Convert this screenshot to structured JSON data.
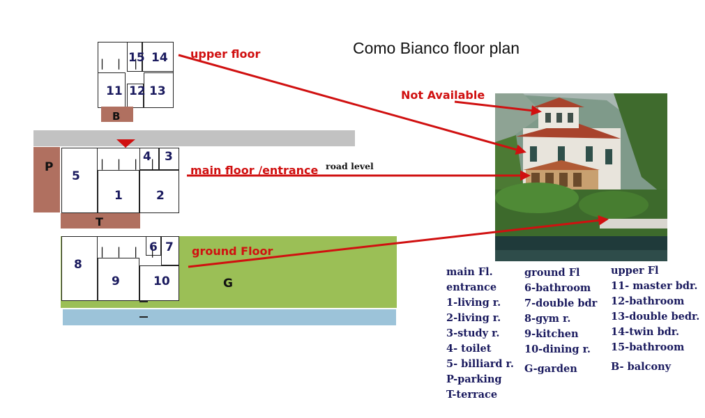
{
  "title": "Como Bianco floor plan",
  "labels": {
    "upper_floor": "upper floor",
    "main_floor": "main floor /entrance",
    "road_level": "road level",
    "ground_floor": "ground Floor",
    "not_available": "Not Available"
  },
  "areas": {
    "balcony": "B",
    "parking": "P",
    "terrace": "T",
    "garden": "G"
  },
  "stairs": "| | | |",
  "stairs_upper": "| | |",
  "rooms": {
    "r1": "1",
    "r2": "2",
    "r3": "3",
    "r4": "4",
    "r5": "5",
    "r6": "6",
    "r7": "7",
    "r8": "8",
    "r9": "9",
    "r10": "10",
    "r11": "11",
    "r12": "12",
    "r13": "13",
    "r14": "14",
    "r15": "15"
  },
  "legend": {
    "main": [
      "main Fl.",
      "entrance",
      "1-living r.",
      "2-living r.",
      "3-study r.",
      "4- toilet",
      "5- billiard r.",
      "P-parking",
      "T-terrace"
    ],
    "ground": [
      "ground Fl",
      "6-bathroom",
      "7-double bdr",
      "8-gym r.",
      "9-kitchen",
      "10-dining r.",
      "G-garden"
    ],
    "upper": [
      "upper Fl",
      "11- master bdr.",
      "12-bathroom",
      "13-double bedr.",
      "14-twin bdr.",
      "15-bathroom",
      "B- balcony"
    ]
  },
  "colors": {
    "accent_red": "#d01010",
    "garden_green": "#9bbf56",
    "water_blue": "#9cc3d9",
    "road_gray": "#c2c2c2",
    "brick": "#b07060",
    "room_number": "#1a1a5e"
  }
}
